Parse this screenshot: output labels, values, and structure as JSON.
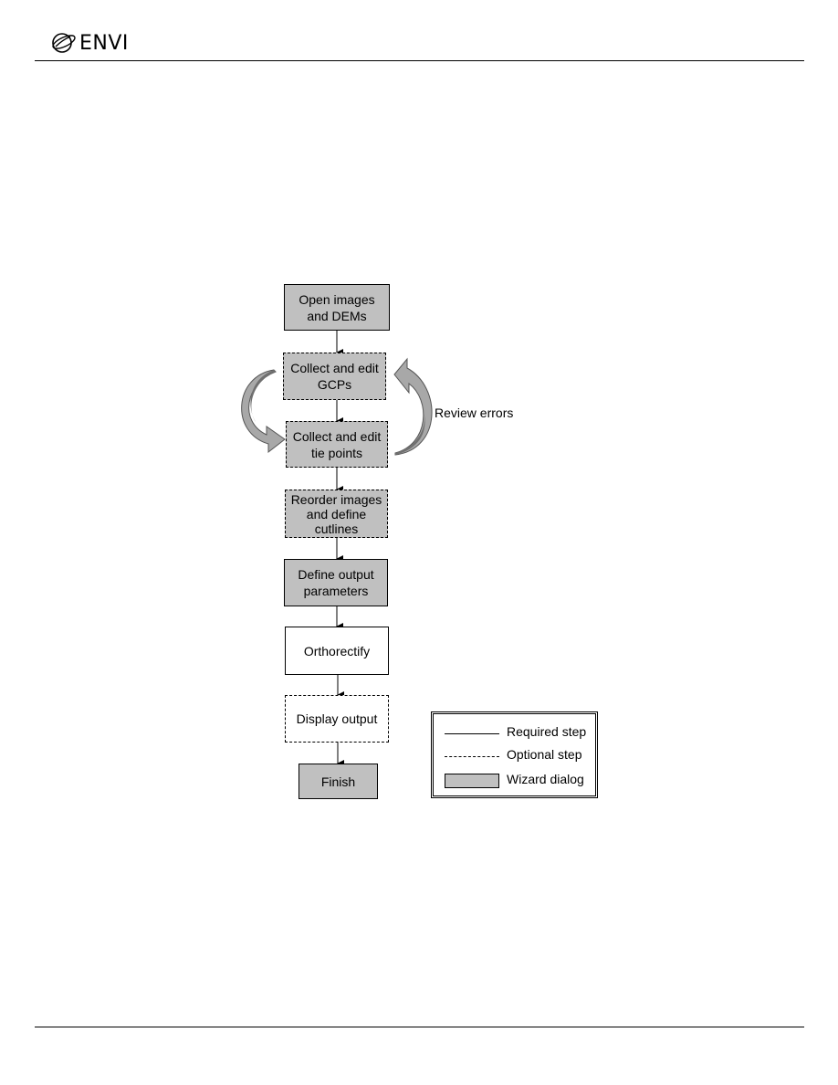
{
  "header": {
    "logo_text": "ENVI"
  },
  "flow": {
    "steps": [
      {
        "label": "Open images\nand DEMs",
        "kind": "required",
        "wizard": true
      },
      {
        "label": "Collect and edit\nGCPs",
        "kind": "optional",
        "wizard": true
      },
      {
        "label": "Collect and edit\ntie points",
        "kind": "optional",
        "wizard": true
      },
      {
        "label": "Reorder images\nand define\ncutlines",
        "kind": "optional",
        "wizard": true
      },
      {
        "label": "Define output\nparameters",
        "kind": "required",
        "wizard": true
      },
      {
        "label": "Orthorectify",
        "kind": "required",
        "wizard": false
      },
      {
        "label": "Display output",
        "kind": "optional",
        "wizard": false
      },
      {
        "label": "Finish",
        "kind": "required",
        "wizard": true
      }
    ],
    "loop_label": "Review errors"
  },
  "legend": {
    "required": "Required step",
    "optional": "Optional step",
    "wizard": "Wizard dialog"
  },
  "colors": {
    "wizard_fill": "#c0c0c0",
    "arrow_fill": "#a0a0a0",
    "arrow_dark": "#808080"
  }
}
